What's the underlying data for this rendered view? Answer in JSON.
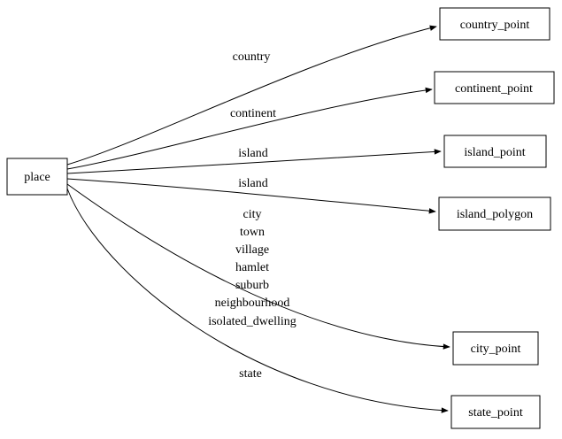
{
  "diagram": {
    "nodes": {
      "place": "place",
      "country_point": "country_point",
      "continent_point": "continent_point",
      "island_point": "island_point",
      "island_polygon": "island_polygon",
      "city_point": "city_point",
      "state_point": "state_point"
    },
    "edge_labels": {
      "country": "country",
      "continent": "continent",
      "island_to_point": "island",
      "island_to_polygon": "island",
      "city_lines": [
        "city",
        "town",
        "village",
        "hamlet",
        "suburb",
        "neighbourhood",
        "isolated_dwelling"
      ],
      "state": "state"
    },
    "colors": {
      "stroke": "#000000",
      "fill": "#ffffff"
    }
  }
}
